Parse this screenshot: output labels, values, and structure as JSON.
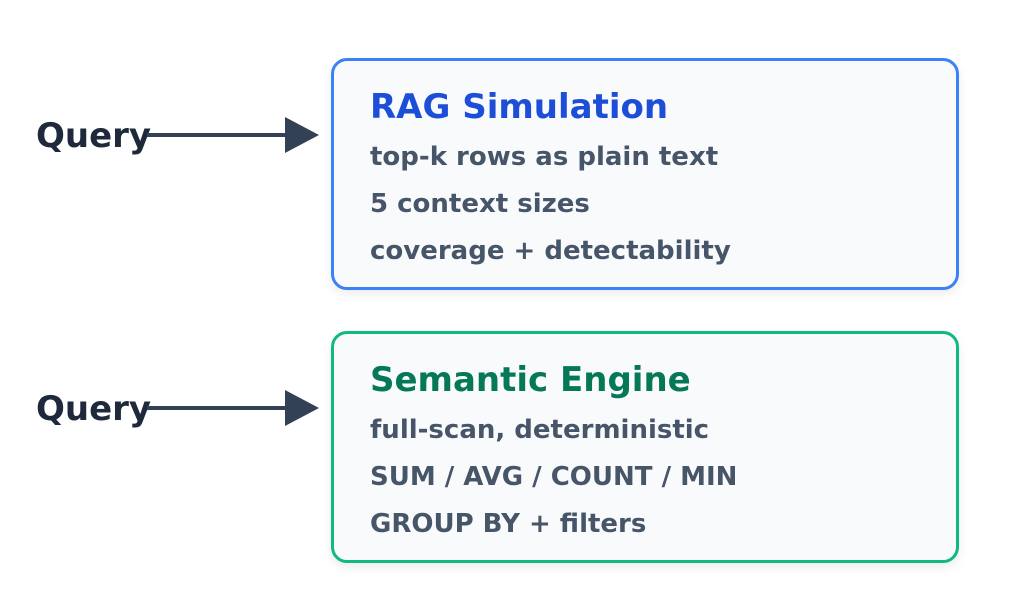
{
  "flows": [
    {
      "input_label": "Query",
      "title": "RAG Simulation",
      "lines": [
        "top-k rows as plain text",
        "5 context sizes",
        "coverage + detectability"
      ],
      "accent_color": "#3b82f6",
      "title_color": "#1d4ed8"
    },
    {
      "input_label": "Query",
      "title": "Semantic Engine",
      "lines": [
        "full-scan, deterministic",
        "SUM / AVG / COUNT / MIN",
        "GROUP BY + filters"
      ],
      "accent_color": "#10b981",
      "title_color": "#047857"
    }
  ],
  "arrow_color": "#334155"
}
